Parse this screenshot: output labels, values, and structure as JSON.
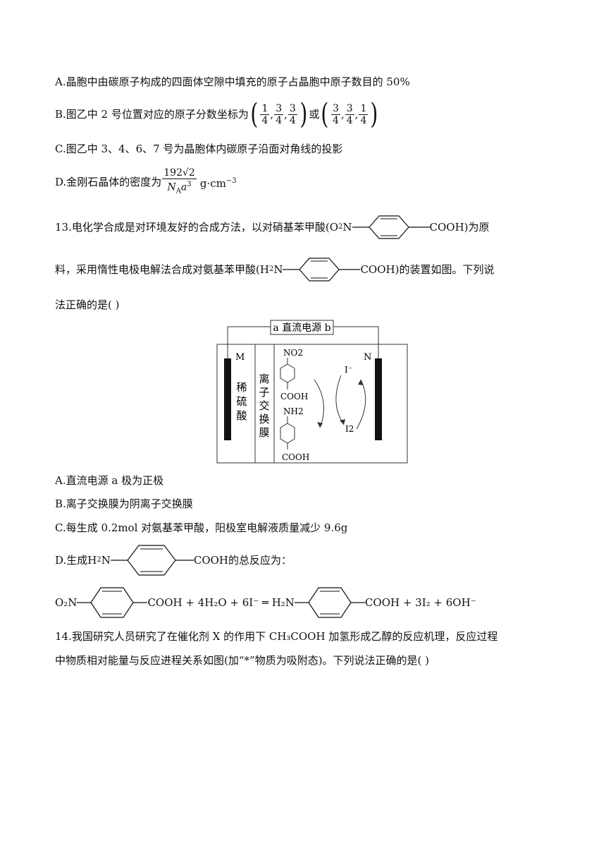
{
  "options12": {
    "A": "A.晶胞中由碳原子构成的四面体空隙中填充的原子占晶胞中原子数目的 50%",
    "B_prefix": "B.图乙中 2 号位置对应的原子分数坐标为",
    "B_or": "或",
    "C": "C.图乙中 3、4、6、7 号为晶胞体内碳原子沿面对角线的投影",
    "D_prefix": "D.金刚石晶体的密度为",
    "D_unit": "g·cm",
    "D_unit_exp": "−3",
    "D_num": "192√2",
    "D_den": "N",
    "D_den_sub": "A",
    "D_den_a": "a",
    "D_den_exp": "3"
  },
  "q13": {
    "line1_a": "13.电化学合成是对环境友好的合成方法，以对硝基苯甲酸(O",
    "line1_sub": "2",
    "line1_b": "N",
    "line1_c": "COOH)为原",
    "line2_a": "料，采用惰性电极电解法合成对氨基苯甲酸(H",
    "line2_sub": "2",
    "line2_b": "N",
    "line2_c": "COOH)的装置如图。下列说",
    "line3": "法正确的是(   )",
    "diagram": {
      "power_label": "a 直流电源 b",
      "left_electrode": "M",
      "right_electrode": "N",
      "acid": [
        "稀",
        "硫",
        "酸"
      ],
      "membrane": [
        "离",
        "子",
        "交",
        "换",
        "膜"
      ],
      "no2": "NO2",
      "cooh_top": "COOH",
      "nh2": "NH2",
      "cooh_bottom": "COOH",
      "iodide": "I⁻",
      "iodine": "I2"
    },
    "options": {
      "A": "A.直流电源 a 极为正极",
      "B": "B.离子交换膜为阴离子交换膜",
      "C": "C.每生成 0.2mol 对氨基苯甲酸，阳极室电解液质量减少 9.6g",
      "D_prefix": "D.生成H",
      "D_sub": "2",
      "D_n": "N",
      "D_suffix": "COOH的总反应为："
    },
    "equation": {
      "o2n": "O₂N",
      "mid1": "COOH + 4H₂O + 6I⁻ ═ H₂N",
      "end": "COOH + 3I₂ + 6OH⁻"
    }
  },
  "q14": {
    "line1": "14.我国研究人员研究了在催化剂 X 的作用下 CH₃COOH 加氢形成乙醇的反应机理，反应过程",
    "line2": "中物质相对能量与反应进程关系如图(加“*”物质为吸附态)。下列说法正确的是(   )"
  }
}
